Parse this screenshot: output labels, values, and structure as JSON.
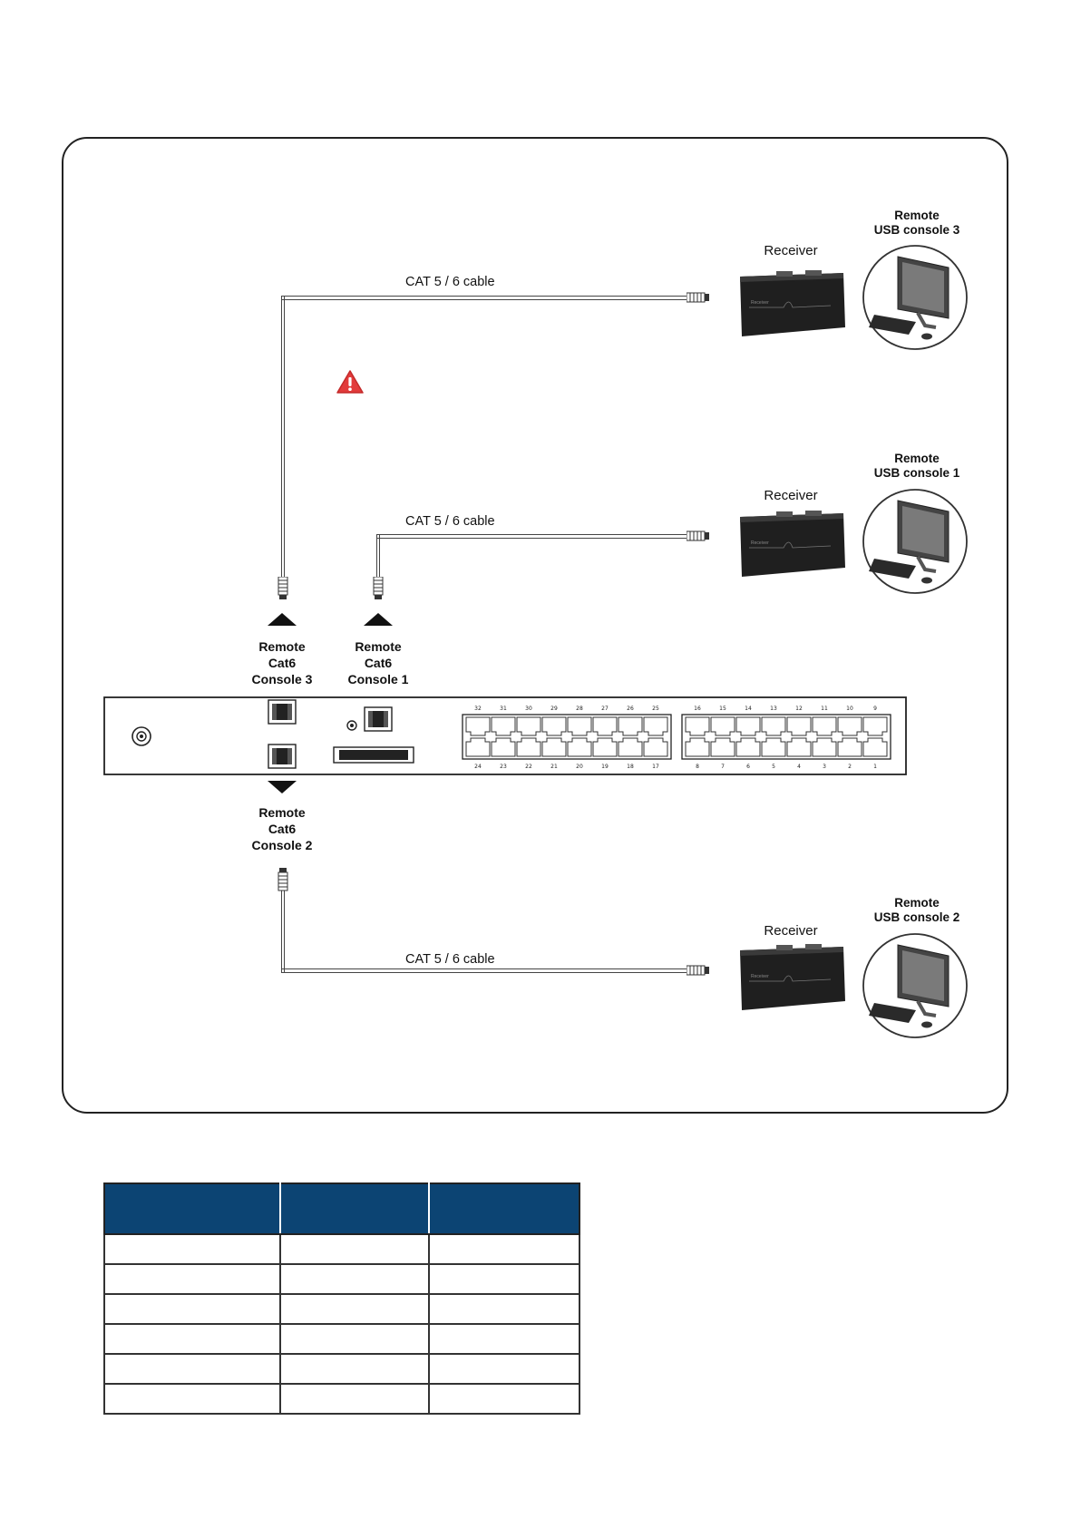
{
  "colors": {
    "frame_border": "#222222",
    "cable": "#444444",
    "receiver_body": "#1f1f1f",
    "warning": "#e23b3b",
    "table_header": "#0c4473",
    "table_border": "#333333"
  },
  "icons": [
    "warning-icon",
    "receiver-unit",
    "remote-pc-icon",
    "rj45-connector",
    "power-button-icon",
    "db-connector"
  ],
  "cables": [
    {
      "label": "CAT 5 / 6 cable"
    },
    {
      "label": "CAT 5 / 6 cable"
    },
    {
      "label": "CAT 5 / 6 cable"
    }
  ],
  "receivers": [
    {
      "caption": "Receiver",
      "body_text": "Receiver"
    },
    {
      "caption": "Receiver",
      "body_text": "Receiver"
    },
    {
      "caption": "Receiver",
      "body_text": "Receiver"
    }
  ],
  "remote_consoles": [
    {
      "line1": "Remote",
      "line2": "USB console 3"
    },
    {
      "line1": "Remote",
      "line2": "USB console 1"
    },
    {
      "line1": "Remote",
      "line2": "USB console 2"
    }
  ],
  "switch_consoles": [
    {
      "line1": "Remote",
      "line2": "Cat6",
      "line3": "Console 3"
    },
    {
      "line1": "Remote",
      "line2": "Cat6",
      "line3": "Console 1"
    },
    {
      "line1": "Remote",
      "line2": "Cat6",
      "line3": "Console 2"
    }
  ],
  "switch": {
    "bank_a_top_ports": [
      "32",
      "31",
      "30",
      "29",
      "28",
      "27",
      "26",
      "25"
    ],
    "bank_a_bottom_ports": [
      "24",
      "23",
      "22",
      "21",
      "20",
      "19",
      "18",
      "17"
    ],
    "bank_b_top_ports": [
      "16",
      "15",
      "14",
      "13",
      "12",
      "11",
      "10",
      "9"
    ],
    "bank_b_bottom_ports": [
      "8",
      "7",
      "6",
      "5",
      "4",
      "3",
      "2",
      "1"
    ]
  },
  "table": {
    "header": [
      "",
      "",
      ""
    ],
    "rows": [
      [
        "",
        "",
        ""
      ],
      [
        "",
        "",
        ""
      ],
      [
        "",
        "",
        ""
      ],
      [
        "",
        "",
        ""
      ],
      [
        "",
        "",
        ""
      ],
      [
        "",
        "",
        ""
      ]
    ]
  }
}
